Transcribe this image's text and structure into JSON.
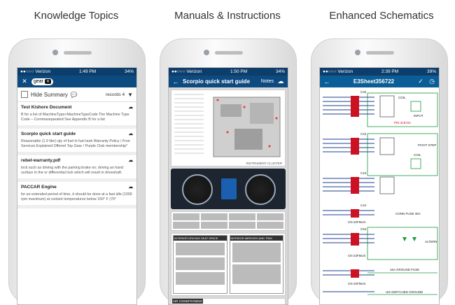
{
  "captions": [
    "Knowledge Topics",
    "Manuals & Instructions",
    "Enhanced Schematics"
  ],
  "phone1": {
    "status": {
      "carrier": "●●○○○ Verizon",
      "time": "1:49 PM",
      "battery": "34%"
    },
    "search_query": "gear",
    "summary_label": "Hide Summary",
    "records_label": "records 4",
    "results": [
      {
        "title": "Test Kishore Document",
        "body": "B for a list of MachineType>MachineTypeCode The Machine Type Code – Commaseparated See Appendix B for a list"
      },
      {
        "title": "Scorpio quick start guide",
        "body": "Reasonable (1.9 liter) qty of fuel in fuel tank Warranty Policy / Free Services Explained Offered Top Gear / Purple Club membership*"
      },
      {
        "title": "rebel-warranty.pdf",
        "body": "lock such as driving with the parking brake on; driving an hand surface in the or differential lock which will result in driveshaft."
      },
      {
        "title": "PACCAR Engine",
        "body": "for an extended period of time, it should be done at a fast idle (1000 rpm maximum) at coolant temperatures below 150° F (70°"
      }
    ]
  },
  "phone2": {
    "status": {
      "carrier": "●●○○○ Verizon",
      "time": "1:50 PM",
      "battery": "34%"
    },
    "title": "Scorpio quick start guide",
    "notes_label": "Notes",
    "section_label": "INSTRUMENT CLUSTER",
    "box_labels": [
      "INTERIOR DRIVING SEAT SPACE",
      "INTERIOR MIRRORS AND TRIM",
      "AIR CONDITIONING"
    ]
  },
  "phone3": {
    "status": {
      "carrier": "●●○○○ Verizon",
      "time": "2:39 PM",
      "battery": "39%"
    },
    "title": "E3Sheet356722",
    "labels": {
      "c32": "C32",
      "coil": "COIL",
      "input": "INPUT",
      "pin": "P/N 319722",
      "c42": "C42",
      "pivot": "PIVOT STEP",
      "coil2": "COIL",
      "c10": "C10",
      "c44": "C44",
      "conn": "CONN FUSE 30A",
      "c54": "C54",
      "alter": "ALTERN",
      "ground": "16A GROUND FUSE",
      "unswitched": "UN-SWITCHED GROUND",
      "cn1": "CN-22FMLN",
      "cn2": "CN-22FMLN",
      "cn3": "CN-22FMLN"
    }
  }
}
